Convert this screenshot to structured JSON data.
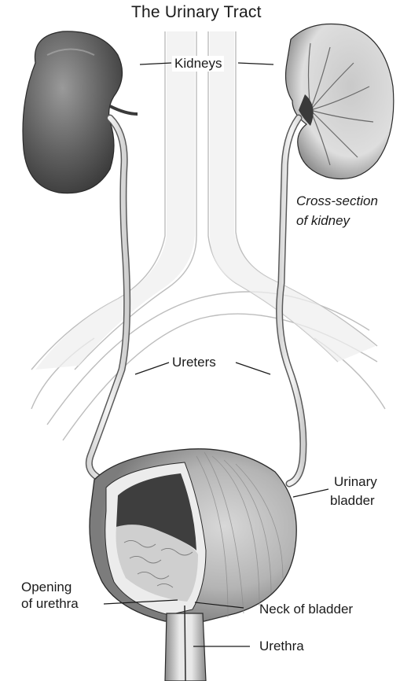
{
  "title": "The Urinary Tract",
  "labels": {
    "kidneys": "Kidneys",
    "cross_section_line1": "Cross-section",
    "cross_section_line2": "of kidney",
    "ureters": "Ureters",
    "urinary_bladder_line1": "Urinary",
    "urinary_bladder_line2": "bladder",
    "opening_of_urethra_line1": "Opening",
    "opening_of_urethra_line2": "of urethra",
    "neck_of_bladder": "Neck of bladder",
    "urethra": "Urethra"
  }
}
